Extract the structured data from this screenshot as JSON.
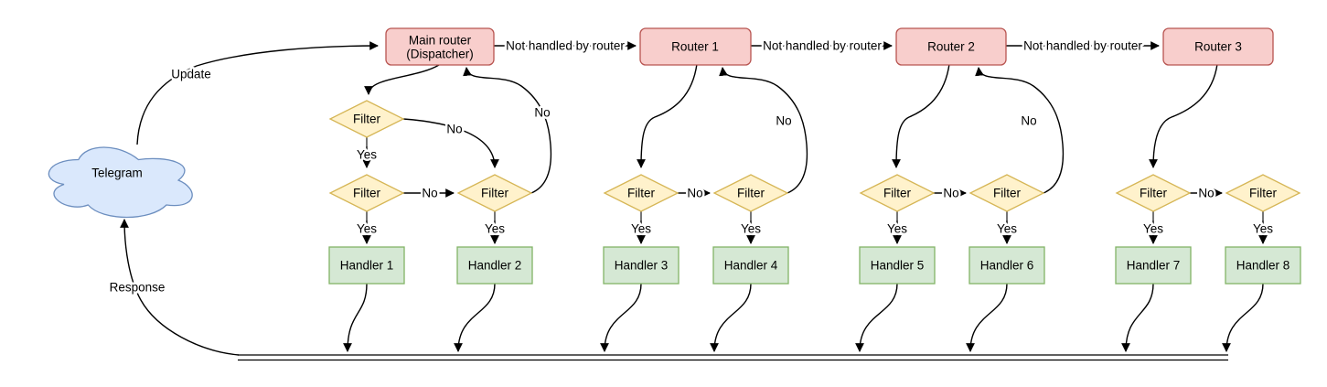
{
  "diagram": {
    "cloud_label": "Telegram",
    "edge_labels": {
      "update": "Update",
      "response": "Response",
      "not_handled": "Not handled by router",
      "yes": "Yes",
      "no": "No"
    },
    "nodes": {
      "dispatcher_line1": "Main router",
      "dispatcher_line2": "(Dispatcher)",
      "routers": [
        "Router 1",
        "Router 2",
        "Router 3"
      ],
      "filter_label": "Filter",
      "handlers": [
        "Handler 1",
        "Handler 2",
        "Handler 3",
        "Handler 4",
        "Handler 5",
        "Handler 6",
        "Handler 7",
        "Handler 8"
      ]
    },
    "colors": {
      "router_fill": "#f8cecc",
      "router_stroke": "#b85450",
      "filter_fill": "#fff2cc",
      "filter_stroke": "#d6b656",
      "handler_fill": "#d5e8d4",
      "handler_stroke": "#82b366",
      "cloud_fill": "#dae8fc",
      "cloud_stroke": "#6c8ebf",
      "edge_color": "#000000",
      "background": "#ffffff"
    }
  }
}
